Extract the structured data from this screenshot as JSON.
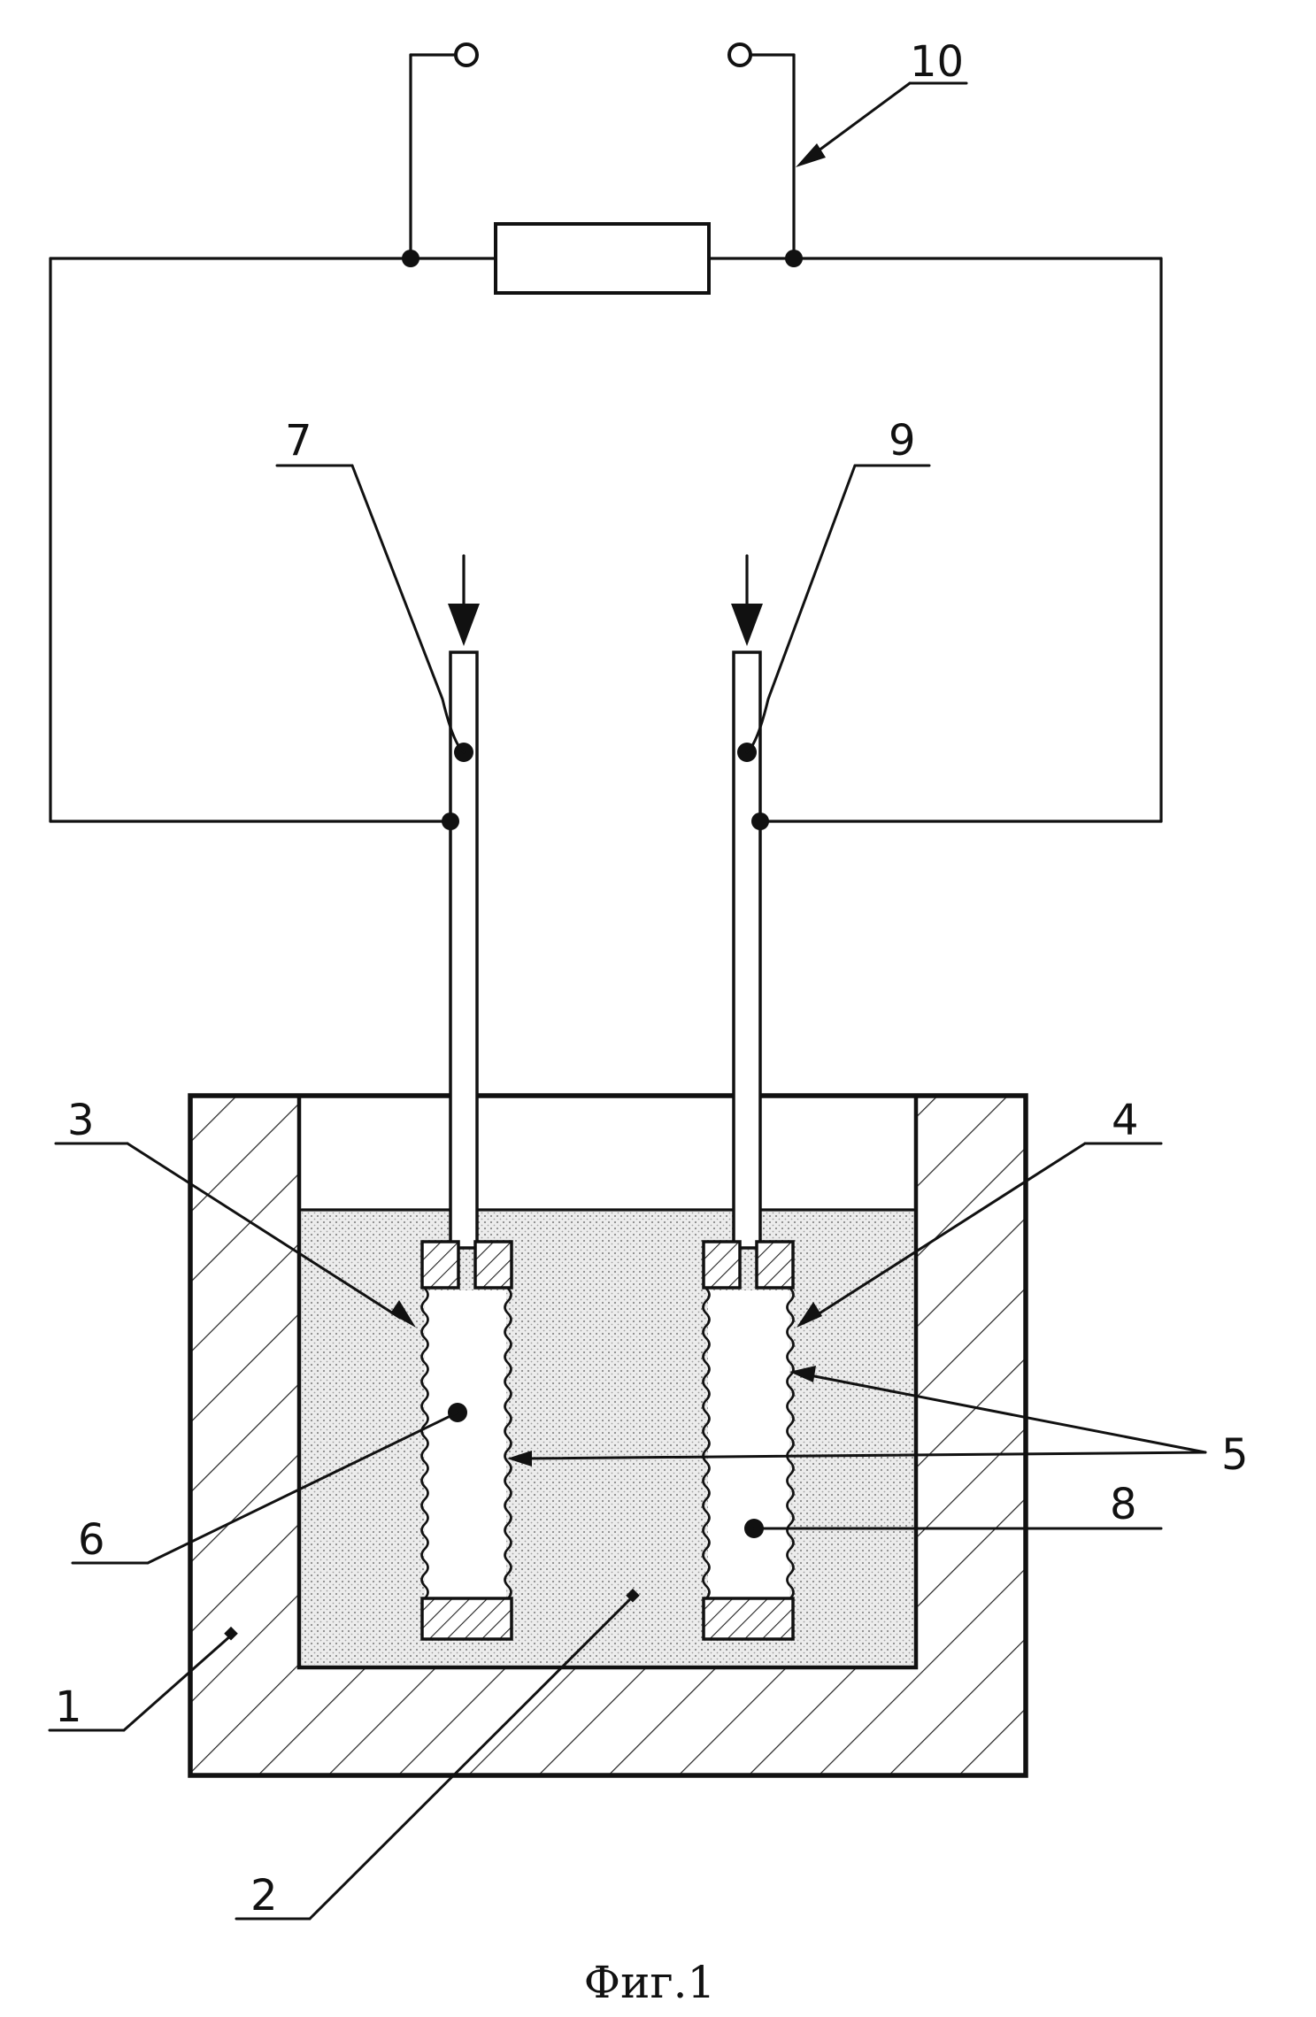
{
  "labels": {
    "l1": "1",
    "l2": "2",
    "l3": "3",
    "l4": "4",
    "l5": "5",
    "l6": "6",
    "l7": "7",
    "l8": "8",
    "l9": "9",
    "l10": "10"
  },
  "caption": "Фиг.1"
}
